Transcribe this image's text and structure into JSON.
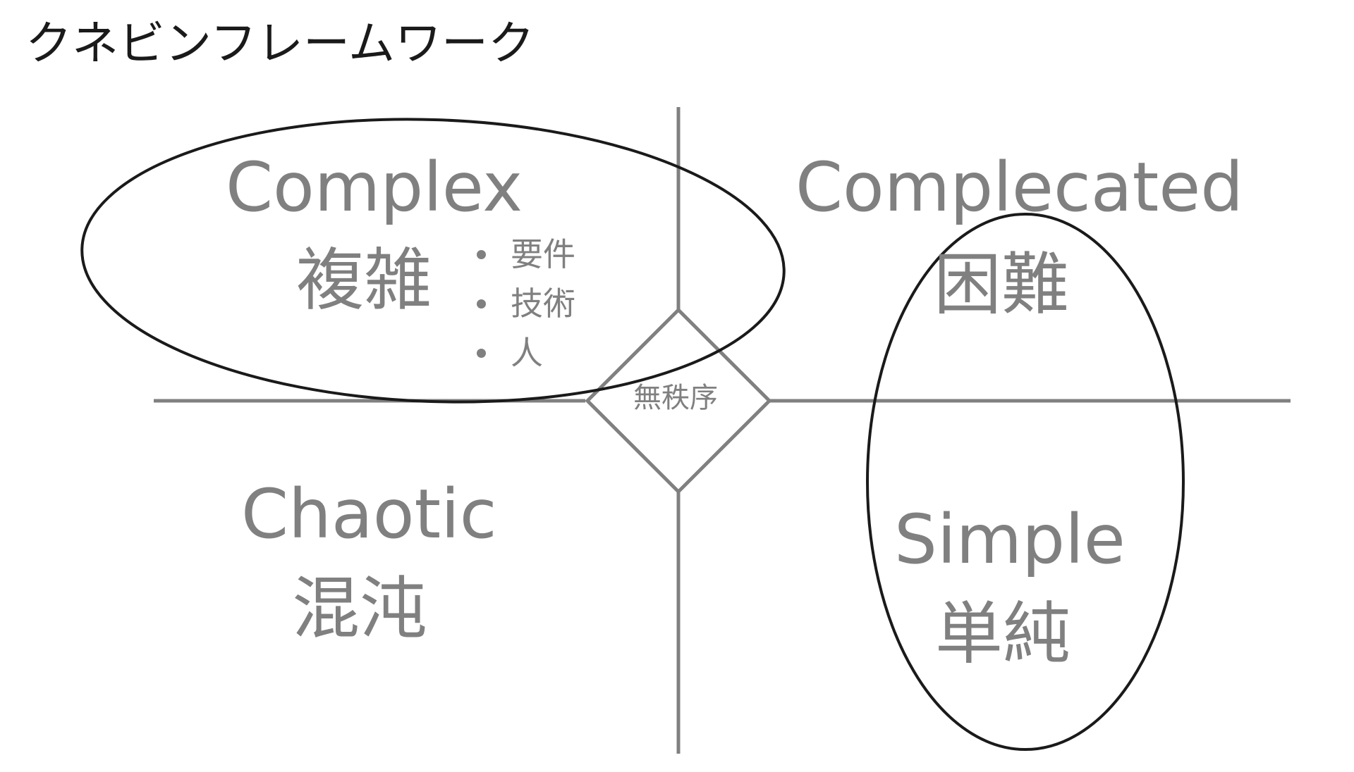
{
  "title": "クネビンフレームワーク",
  "quadrants": {
    "complex": {
      "en": "Complex",
      "ja": "複雑",
      "points": [
        "要件",
        "技術",
        "人"
      ]
    },
    "complicated": {
      "en": "Complecated",
      "ja": "困難"
    },
    "chaotic": {
      "en": "Chaotic",
      "ja": "混沌"
    },
    "simple": {
      "en": "Simple",
      "ja": "単純"
    }
  },
  "center": {
    "label": "無秩序"
  },
  "colors": {
    "axis": "#808080",
    "quadrant_text": "#808080",
    "ellipse": "#1a1a1a",
    "title": "#1a1a1a"
  }
}
